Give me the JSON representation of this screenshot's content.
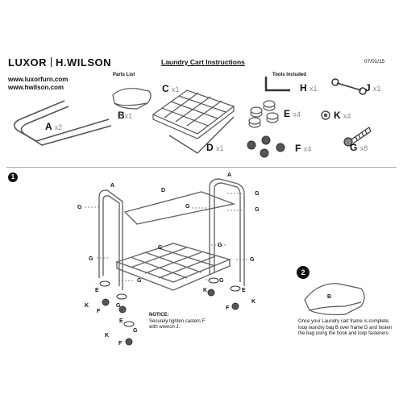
{
  "header": {
    "brand_left": "LUXOR",
    "brand_right": "H.WILSON",
    "website_1": "www.luxorfurn.com",
    "website_2": "www.hwilson.com",
    "title": "Laundry Cart Instructions",
    "date": "07/01/15"
  },
  "parts_list_label": "Parts List",
  "tools_label": "Tools Included",
  "parts": [
    {
      "letter": "A",
      "qty": "x2"
    },
    {
      "letter": "B",
      "qty": "x1"
    },
    {
      "letter": "C",
      "qty": "x1"
    },
    {
      "letter": "D",
      "qty": "x1"
    },
    {
      "letter": "E",
      "qty": "x4"
    },
    {
      "letter": "F",
      "qty": "x4"
    },
    {
      "letter": "G",
      "qty": "x8"
    },
    {
      "letter": "H",
      "qty": "x1"
    },
    {
      "letter": "J",
      "qty": "x1"
    },
    {
      "letter": "K",
      "qty": "x4"
    }
  ],
  "step1": {
    "number": "1"
  },
  "step2": {
    "number": "2"
  },
  "notice": {
    "heading": "NOTICE:",
    "line1": "Securely tighten casters F",
    "line2": "with wrench J."
  },
  "step2_text": "Once your Laundry cart frame is complete, loop laundry bag B over frame D and fasten the bag using the hook and loop fasteners.",
  "diagram_labels": {
    "A": "A",
    "B": "B",
    "C": "C",
    "D": "D",
    "E": "E",
    "F": "F",
    "G": "G",
    "K": "K"
  }
}
